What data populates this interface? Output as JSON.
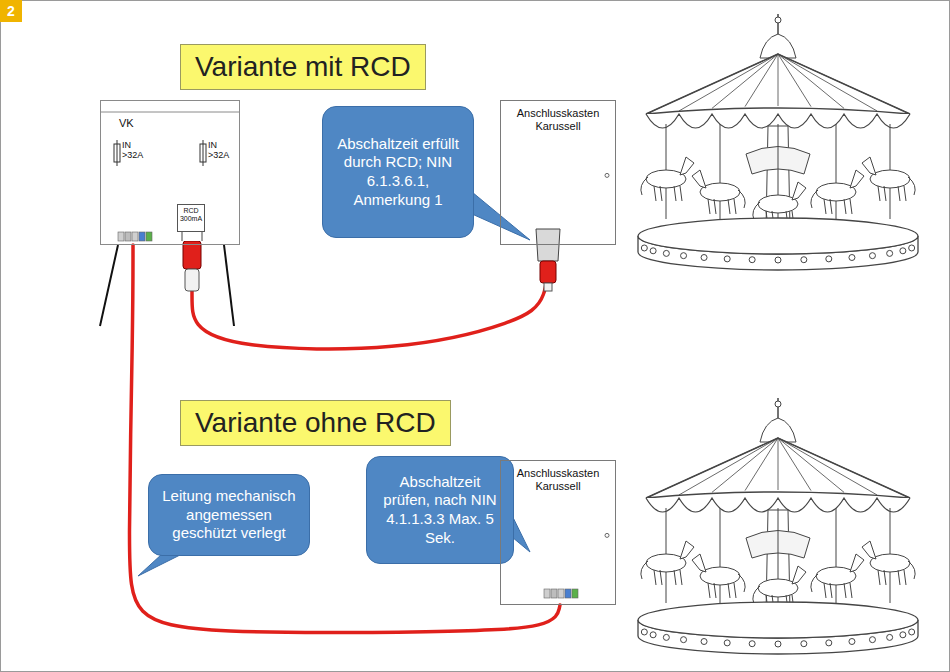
{
  "diagram": {
    "nodes": [
      {
        "text": [
          "Variante mit RCD"
        ]
      },
      {
        "text": [
          "VK"
        ]
      },
      {
        "text": [
          "RCD 300mA"
        ],
        "in": 1
      },
      {
        "text": [
          "Abschaltzeit erfüllt durch RCD; NIN 6.1.3.6.1, Anmerkung 1"
        ]
      },
      {
        "text": [
          "Anschlusskasten Karussell"
        ]
      },
      {
        "text": [
          "Variante ohne RCD"
        ]
      },
      {
        "text": [
          "Leitung mechanisch angemessen geschützt verlegt"
        ]
      },
      {
        "text": [
          "Abschaltzeit prüfen, nach NIN 4.1.1.3.3 Max. 5 Sek."
        ]
      },
      {
        "text": [
          "Anschlusskasten Karussell"
        ]
      }
    ],
    "edges": [
      {
        "from": 1,
        "to": 4,
        "arrow": "none"
      },
      {
        "from": 1,
        "to": 8,
        "arrow": "none"
      }
    ],
    "labels": [
      "2",
      "IN >32A",
      "IN >32A"
    ]
  }
}
